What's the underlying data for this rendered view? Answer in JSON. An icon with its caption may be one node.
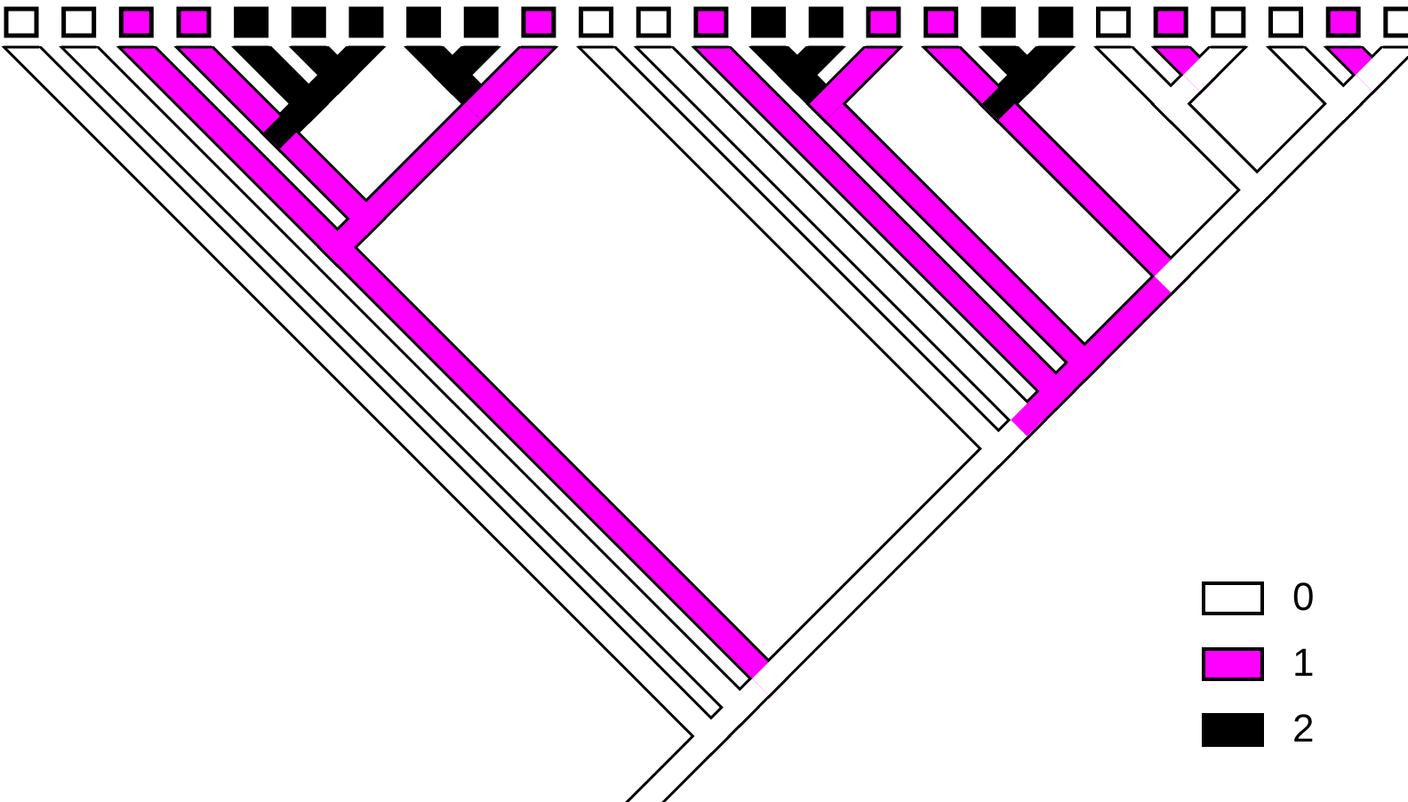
{
  "diagram": {
    "legend": [
      {
        "text": "0",
        "color": "#ffffff"
      },
      {
        "text": "1",
        "color": "#ff00ff"
      },
      {
        "text": "2",
        "color": "#000000"
      }
    ]
  }
}
